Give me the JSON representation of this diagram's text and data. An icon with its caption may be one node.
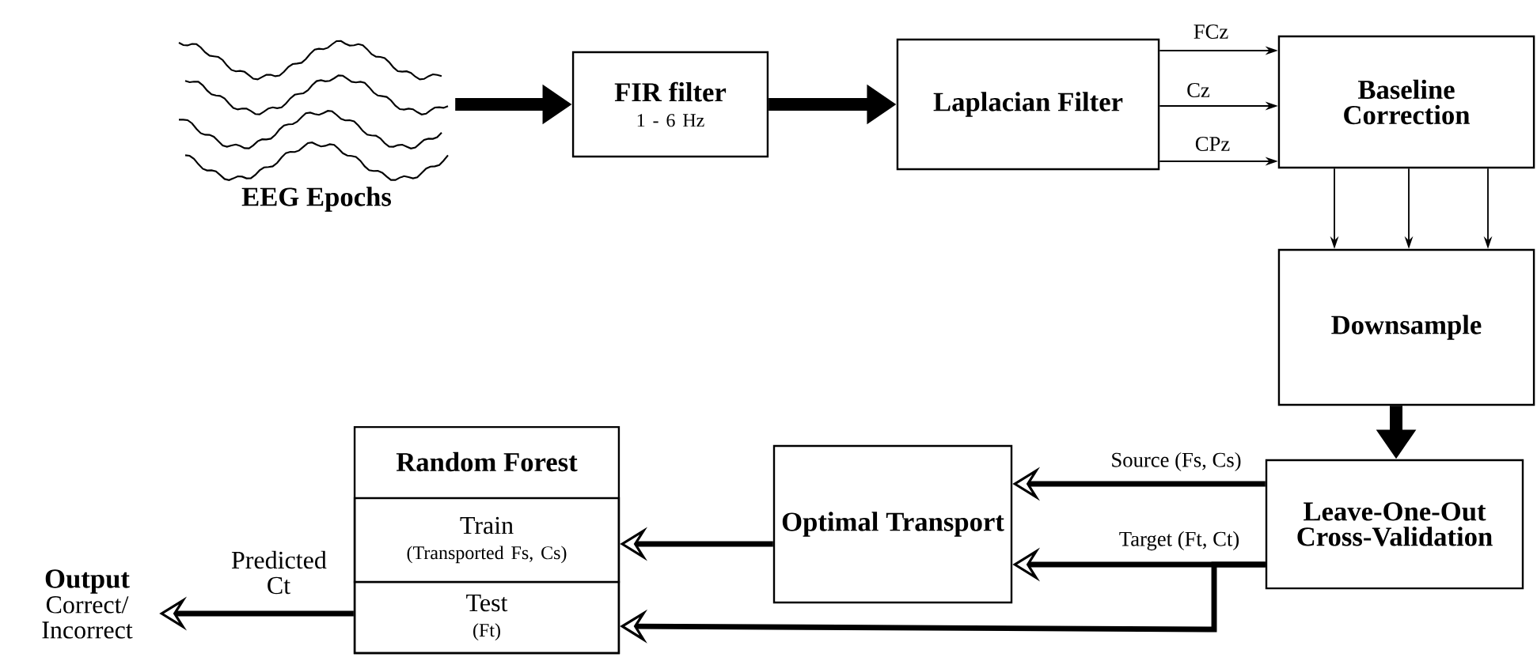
{
  "diagram": {
    "nodes": [
      {
        "text": [],
        "shape": "picture",
        "beside": [
          "EEG Epochs"
        ]
      },
      {
        "text": [
          "FIR filter",
          "1 - 6  Hz"
        ]
      },
      {
        "text": [
          "Laplacian Filter"
        ]
      },
      {
        "text": [
          "Baseline Correction"
        ]
      },
      {
        "text": [
          "Downsample"
        ]
      },
      {
        "text": [
          "Leave-One-Out Cross-Validation"
        ]
      },
      {
        "text": [
          "Optimal Transport"
        ]
      },
      {
        "text": [
          "Random Forest"
        ]
      },
      {
        "text": [
          "Train",
          "(Transported Fs, Cs)"
        ],
        "in": 7
      },
      {
        "text": [
          "Test",
          "(Ft)"
        ],
        "in": 7
      },
      {
        "text": [
          "Output",
          "Correct/ Incorrect"
        ]
      }
    ],
    "edges": [
      {
        "from": 0,
        "to": 1,
        "arrow": "to",
        "style": "thick"
      },
      {
        "from": 1,
        "to": 2,
        "arrow": "to",
        "style": "thick"
      },
      {
        "from": 2,
        "to": 3,
        "arrow": "to",
        "label": "FCz"
      },
      {
        "from": 2,
        "to": 3,
        "arrow": "to",
        "label": "Cz"
      },
      {
        "from": 2,
        "to": 3,
        "arrow": "to",
        "label": "CPz"
      },
      {
        "from": 3,
        "to": 4,
        "arrow": "to"
      },
      {
        "from": 3,
        "to": 4,
        "arrow": "to"
      },
      {
        "from": 3,
        "to": 4,
        "arrow": "to"
      },
      {
        "from": 4,
        "to": 5,
        "arrow": "to",
        "style": "thick"
      },
      {
        "from": 5,
        "to": 6,
        "arrow": "to",
        "label": "Source (Fs, Cs)"
      },
      {
        "from": 5,
        "to": 6,
        "arrow": "to",
        "label": "Target (Ft, Ct)"
      },
      {
        "from": 5,
        "to": 9,
        "arrow": "to"
      },
      {
        "from": 6,
        "to": 8,
        "arrow": "to"
      },
      {
        "from": 9,
        "to": 10,
        "arrow": "to",
        "label": "Predicted Ct"
      }
    ]
  }
}
